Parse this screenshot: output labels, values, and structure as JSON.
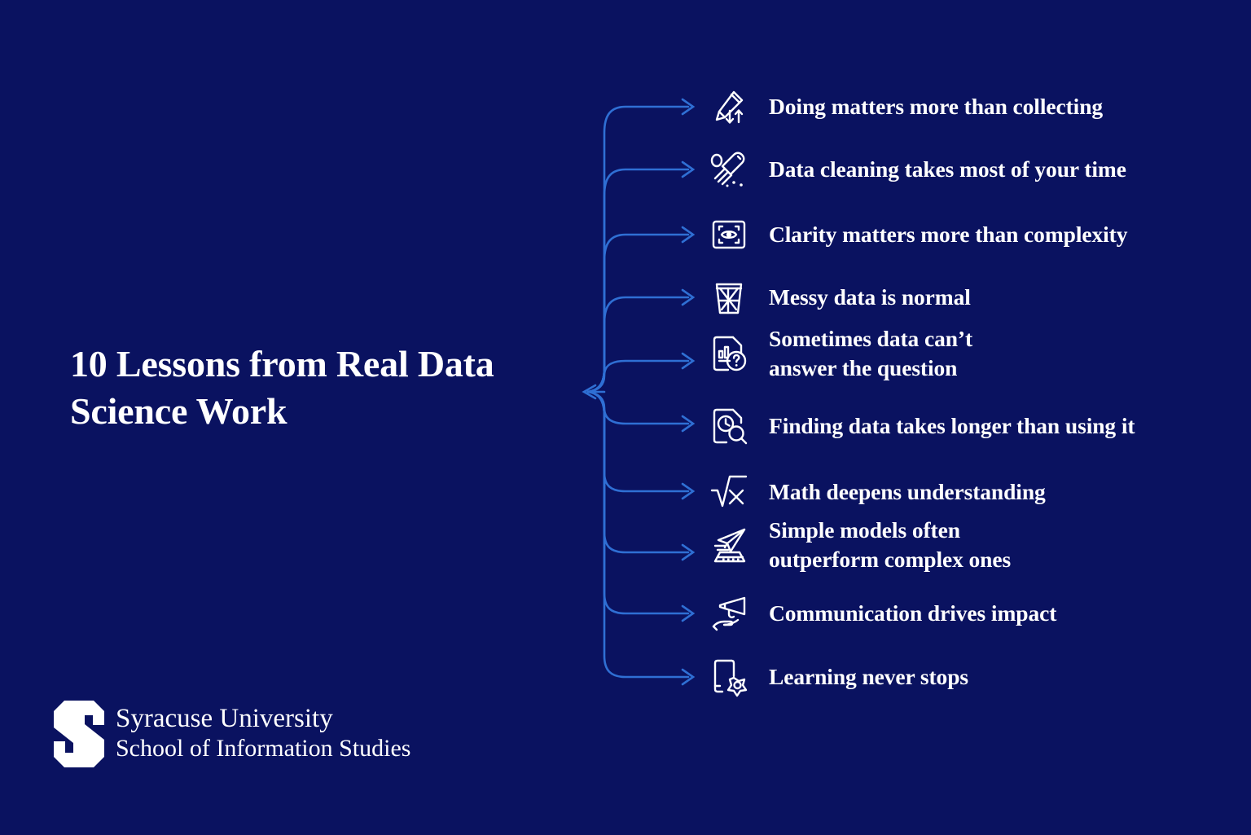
{
  "theme": {
    "background_color": "#0a1260",
    "text_color": "#ffffff",
    "connector_color": "#2f6fd4"
  },
  "title": {
    "line1": "10 Lessons from Real Data",
    "line2": "Science Work",
    "full": "10 Lessons from Real Data Science Work"
  },
  "lessons": [
    {
      "index": 1,
      "icon": "pencil-with-up-down-arrows-icon",
      "text": "Doing matters more than collecting"
    },
    {
      "index": 2,
      "icon": "broom-sweeping-dust-icon",
      "text": "Data cleaning takes most of your time"
    },
    {
      "index": 3,
      "icon": "eye-in-focus-frame-icon",
      "text": "Clarity matters more than complexity"
    },
    {
      "index": 4,
      "icon": "wastebasket-icon",
      "text": "Messy data is normal"
    },
    {
      "index": 5,
      "icon": "document-chart-question-icon",
      "text": "Sometimes data can’t\nanswer the question"
    },
    {
      "index": 6,
      "icon": "document-clock-search-icon",
      "text": "Finding data takes longer than using it"
    },
    {
      "index": 7,
      "icon": "square-root-times-icon",
      "text": "Math deepens understanding"
    },
    {
      "index": 8,
      "icon": "paper-airplane-launchpad-icon",
      "text": "Simple models often\noutperform complex ones"
    },
    {
      "index": 9,
      "icon": "megaphone-on-hand-icon",
      "text": "Communication drives impact"
    },
    {
      "index": 10,
      "icon": "book-with-award-badge-icon",
      "text": "Learning never stops"
    }
  ],
  "logo": {
    "mark": "syracuse-block-s-icon",
    "line1": "Syracuse University",
    "line2": "School of Information Studies"
  }
}
